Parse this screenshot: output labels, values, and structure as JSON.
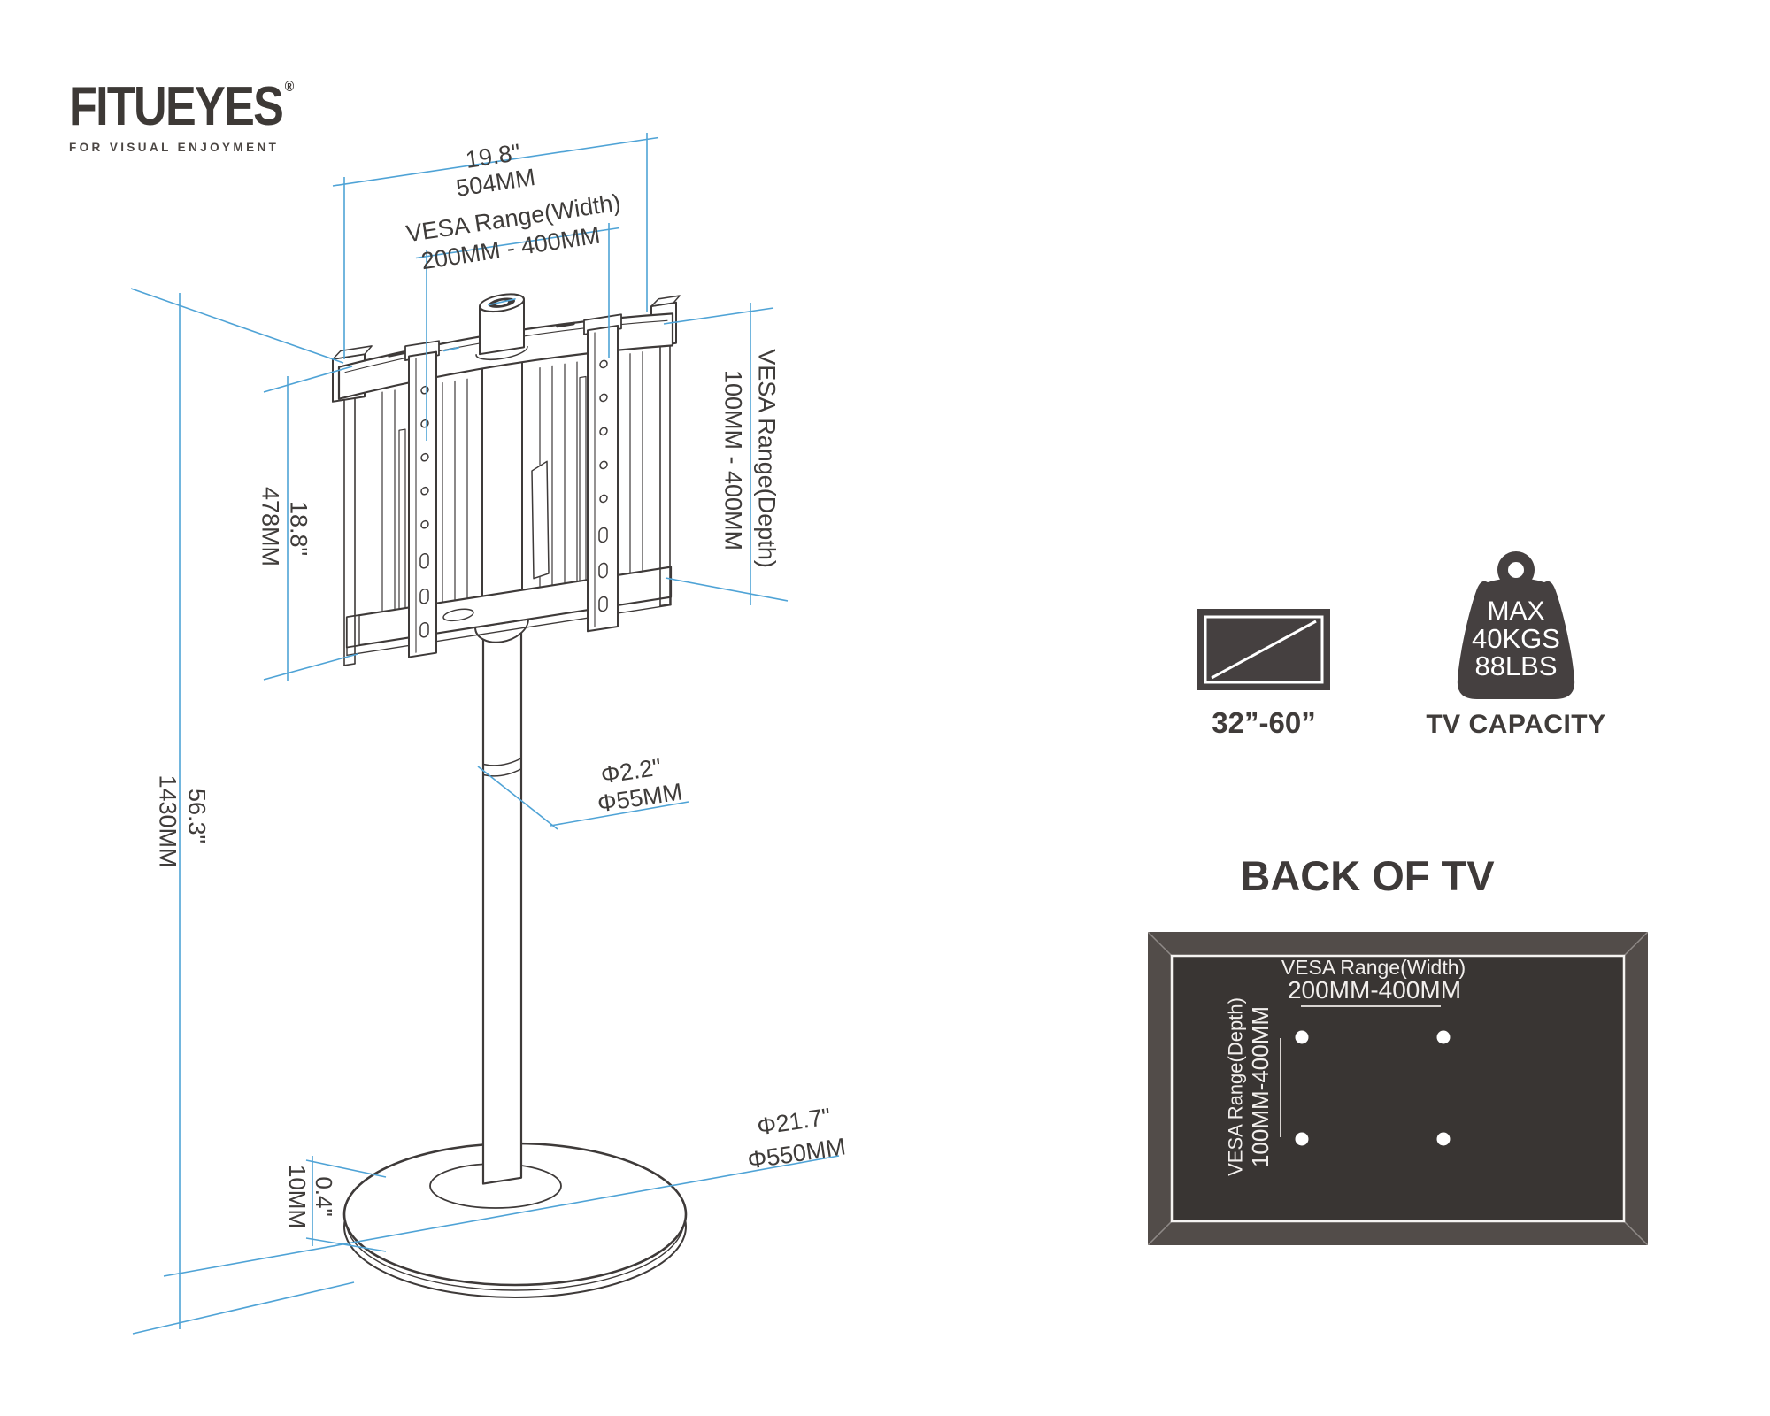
{
  "brand": {
    "name": "FITUEYES",
    "registered": "®",
    "tagline": "FOR VISUAL ENJOYMENT"
  },
  "diagram": {
    "width_in": "19.8\"",
    "width_mm": "504MM",
    "vesa_width_label": "VESA Range(Width)",
    "vesa_width_range": "200MM - 400MM",
    "vesa_depth_label": "VESA Range(Depth)",
    "vesa_depth_range": "100MM - 400MM",
    "bracket_height_in": "18.8\"",
    "bracket_height_mm": "478MM",
    "stand_height_in": "56.3\"",
    "stand_height_mm": "1430MM",
    "pole_diameter_in": "Φ2.2\"",
    "pole_diameter_mm": "Φ55MM",
    "base_diameter_in": "Φ21.7\"",
    "base_diameter_mm": "Φ550MM",
    "base_thickness_in": "0.4\"",
    "base_thickness_mm": "10MM"
  },
  "specs": {
    "tv_size_range": "32”-60”",
    "capacity_line1": "MAX",
    "capacity_line2": "40KGS",
    "capacity_line3": "88LBS",
    "capacity_label": "TV CAPACITY"
  },
  "back_of_tv": {
    "title": "BACK OF TV",
    "vesa_width_label": "VESA Range(Width)",
    "vesa_width_range": "200MM-400MM",
    "vesa_depth_label": "VESA Range(Depth)",
    "vesa_depth_range": "100MM-400MM"
  },
  "colors": {
    "dimension_blue": "#4FA3D6",
    "ink": "#3E3A39",
    "icon_dark": "#454040",
    "panel_frame": "#524C49",
    "panel_inner": "#393533"
  }
}
